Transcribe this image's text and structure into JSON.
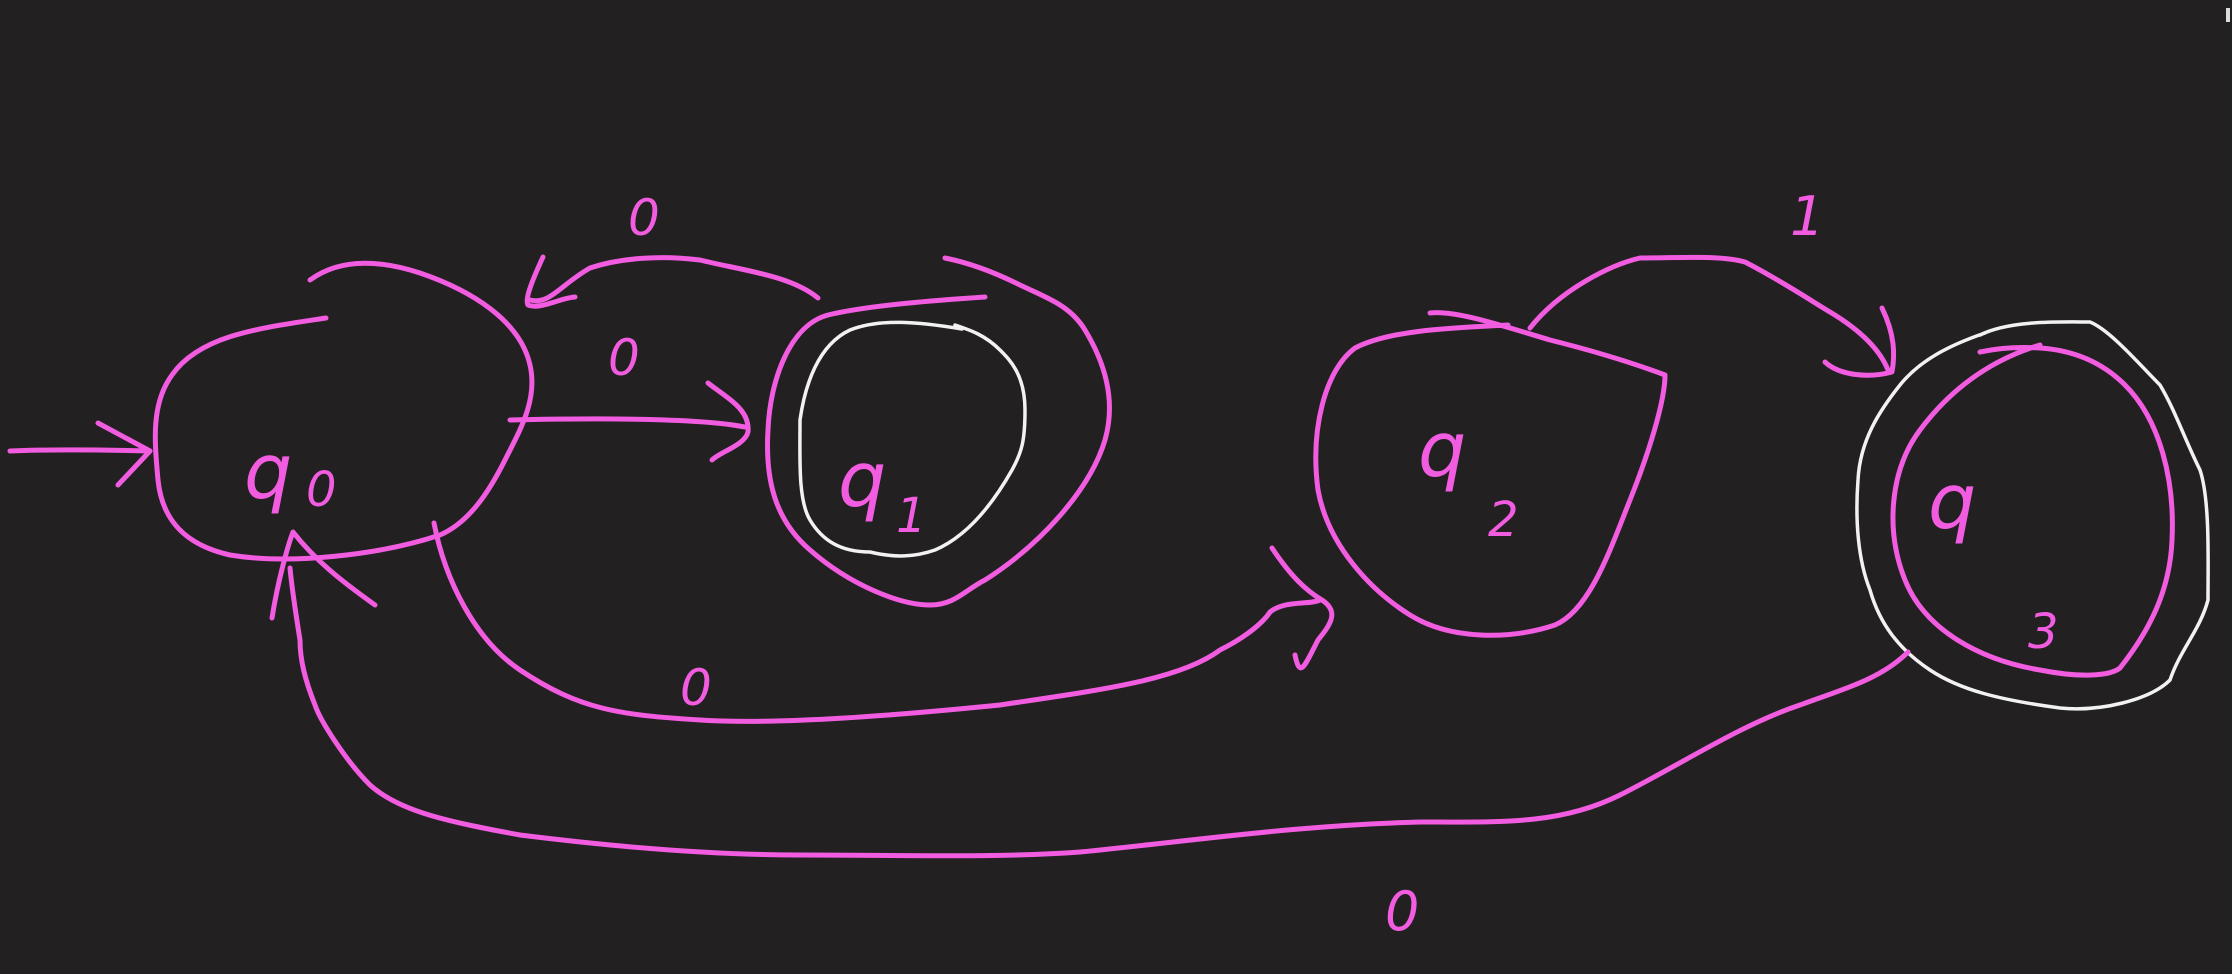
{
  "diagram": {
    "states": [
      {
        "id": "q0",
        "label": "q",
        "subscript": "0",
        "initial": true,
        "accepting": false
      },
      {
        "id": "q1",
        "label": "q",
        "subscript": "1",
        "initial": false,
        "accepting": true
      },
      {
        "id": "q2",
        "label": "q",
        "subscript": "2",
        "initial": false,
        "accepting": false
      },
      {
        "id": "q3",
        "label": "q",
        "subscript": "3",
        "initial": false,
        "accepting": true
      }
    ],
    "transitions": [
      {
        "from": "q0",
        "to": "q1",
        "symbol": "0"
      },
      {
        "from": "q1",
        "to": "q0",
        "symbol": "0"
      },
      {
        "from": "q0",
        "to": "q2",
        "symbol": "0"
      },
      {
        "from": "q2",
        "to": "q3",
        "symbol": "1"
      },
      {
        "from": "q3",
        "to": "q0",
        "symbol": "0"
      }
    ],
    "colors": {
      "background": "#222020",
      "ink": "#f25ce0",
      "accept_ring": "#f2f2f2"
    }
  }
}
